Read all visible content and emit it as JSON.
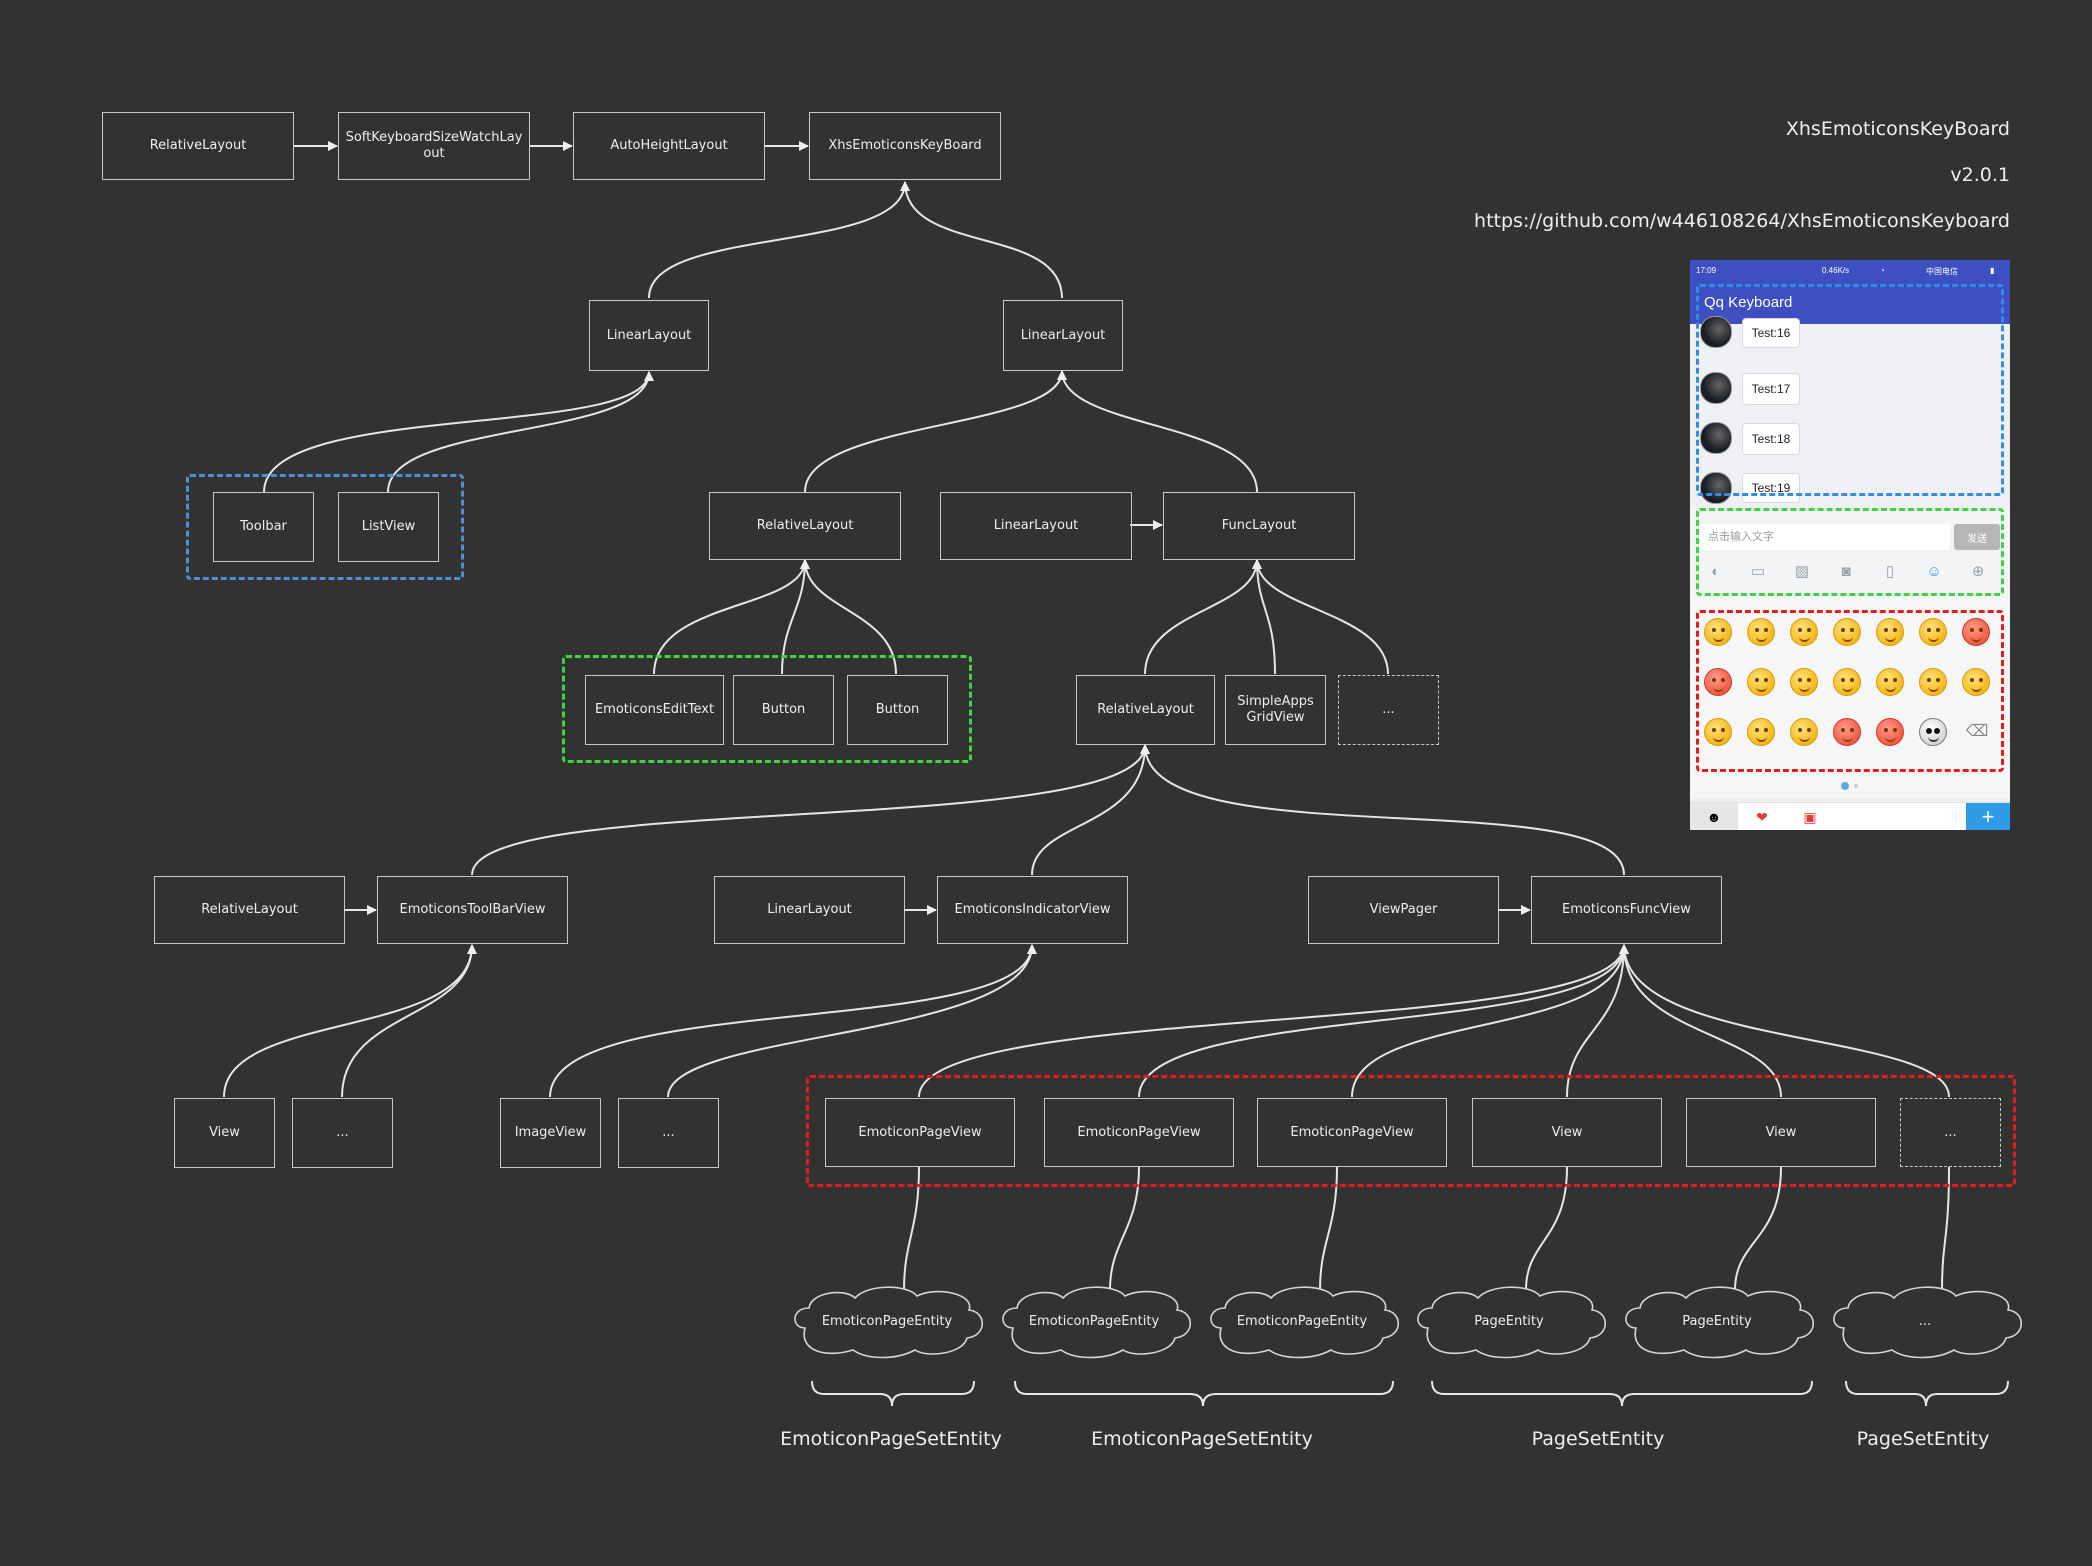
{
  "header": {
    "title": "XhsEmoticonsKeyBoard",
    "version": "v2.0.1",
    "url": "https://github.com/w446108264/XhsEmoticonsKeyboard"
  },
  "colors": {
    "background": "#323232",
    "line": "#e6e6e6",
    "group_blue": "#4c8fd6",
    "group_green": "#3fd43f",
    "group_red": "#e01e1e",
    "phone_bar": "#3d4fc1"
  },
  "nodes": {
    "n_rl_top": "RelativeLayout",
    "n_soft": "SoftKeyboardSizeWatchLayout",
    "n_auto": "AutoHeightLayout",
    "n_xhs": "XhsEmoticonsKeyBoard",
    "n_ll_left": "LinearLayout",
    "n_ll_right": "LinearLayout",
    "n_toolbar": "Toolbar",
    "n_listview": "ListView",
    "n_rl_mid": "RelativeLayout",
    "n_ll_func": "LinearLayout",
    "n_funclayout": "FuncLayout",
    "n_edittext": "EmoticonsEditText",
    "n_button1": "Button",
    "n_button2": "Button",
    "n_rl_func": "RelativeLayout",
    "n_simpleapps": "SimpleApps GridView",
    "n_more1": "...",
    "n_rl_tb": "RelativeLayout",
    "n_toolbarview": "EmoticonsToolBarView",
    "n_ll_ind": "LinearLayout",
    "n_indicator": "EmoticonsIndicatorView",
    "n_viewpager": "ViewPager",
    "n_funcview": "EmoticonsFuncView",
    "n_view_a": "View",
    "n_more_a": "...",
    "n_imageview": "ImageView",
    "n_more_b": "...",
    "n_epv1": "EmoticonPageView",
    "n_epv2": "EmoticonPageView",
    "n_epv3": "EmoticonPageView",
    "n_view_b": "View",
    "n_view_c": "View",
    "n_more_c": "..."
  },
  "clouds": {
    "c1": "EmoticonPageEntity",
    "c2": "EmoticonPageEntity",
    "c3": "EmoticonPageEntity",
    "c4": "PageEntity",
    "c5": "PageEntity",
    "c6": "..."
  },
  "set_labels": [
    "EmoticonPageSetEntity",
    "EmoticonPageSetEntity",
    "PageSetEntity",
    "PageSetEntity"
  ],
  "phone": {
    "status_time": "17:09",
    "status_speed": "0.46K/s",
    "status_carrier": "中国电信",
    "title": "Qq Keyboard",
    "messages": [
      "Test:16",
      "Test:17",
      "Test:18",
      "Test:19"
    ],
    "input_placeholder": "点击输入文字",
    "send_label": "发送",
    "backspace_icon": "backspace-icon"
  }
}
